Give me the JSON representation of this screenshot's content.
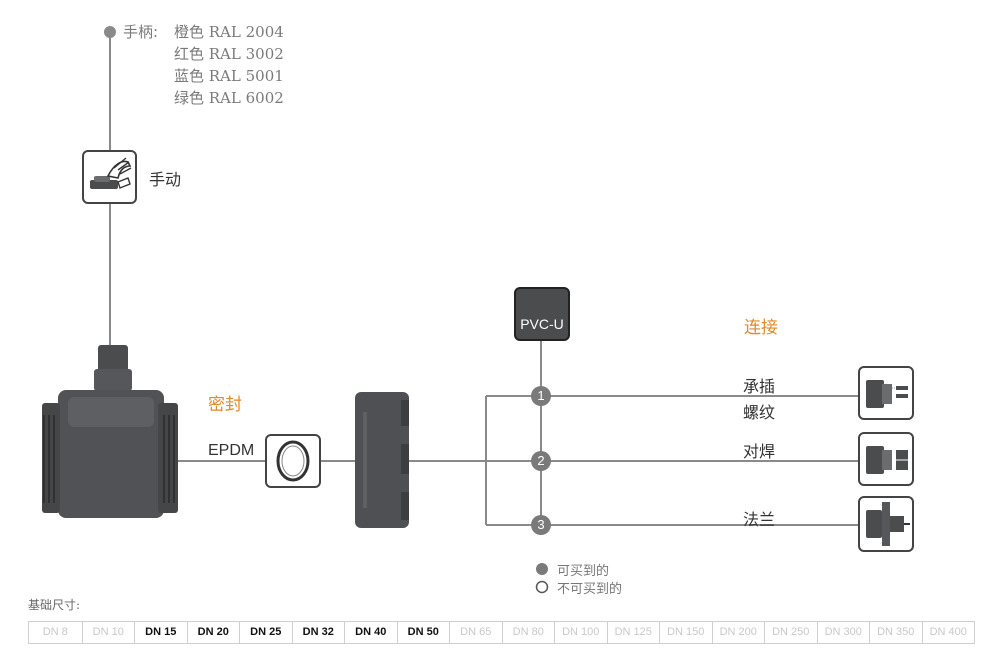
{
  "handle": {
    "label": "手柄:",
    "colors": [
      "橙色 RAL 2004",
      "红色 RAL 3002",
      "蓝色 RAL 5001",
      "绿色 RAL 6002"
    ]
  },
  "actuation": {
    "label": "手动",
    "icon": "manual-hand-icon"
  },
  "seal": {
    "title": "密封",
    "material": "EPDM",
    "icon": "o-ring-icon"
  },
  "body_material": "PVC-U",
  "connection": {
    "title": "连接",
    "options": [
      {
        "number": "1",
        "label_lines": [
          "承插",
          "螺纹"
        ],
        "icon": "socket-thread-connection-icon"
      },
      {
        "number": "2",
        "label_lines": [
          "对焊"
        ],
        "icon": "butt-weld-connection-icon"
      },
      {
        "number": "3",
        "label_lines": [
          "法兰"
        ],
        "icon": "flange-connection-icon"
      }
    ]
  },
  "legend": {
    "available": "可买到的",
    "unavailable": "不可买到的"
  },
  "sizes": {
    "title": "基础尺寸:",
    "items": [
      {
        "label": "DN 8",
        "available": false
      },
      {
        "label": "DN 10",
        "available": false
      },
      {
        "label": "DN 15",
        "available": true
      },
      {
        "label": "DN 20",
        "available": true
      },
      {
        "label": "DN 25",
        "available": true
      },
      {
        "label": "DN 32",
        "available": true
      },
      {
        "label": "DN 40",
        "available": true
      },
      {
        "label": "DN 50",
        "available": true
      },
      {
        "label": "DN 65",
        "available": false
      },
      {
        "label": "DN 80",
        "available": false
      },
      {
        "label": "DN 100",
        "available": false
      },
      {
        "label": "DN 125",
        "available": false
      },
      {
        "label": "DN 150",
        "available": false
      },
      {
        "label": "DN 200",
        "available": false
      },
      {
        "label": "DN 250",
        "available": false
      },
      {
        "label": "DN 300",
        "available": false
      },
      {
        "label": "DN 350",
        "available": false
      },
      {
        "label": "DN 400",
        "available": false
      }
    ]
  },
  "colors": {
    "accent": "#e08a2a",
    "line": "#8a8a8a",
    "part": "#4a4c4e",
    "badge": "#7a7a7a"
  }
}
